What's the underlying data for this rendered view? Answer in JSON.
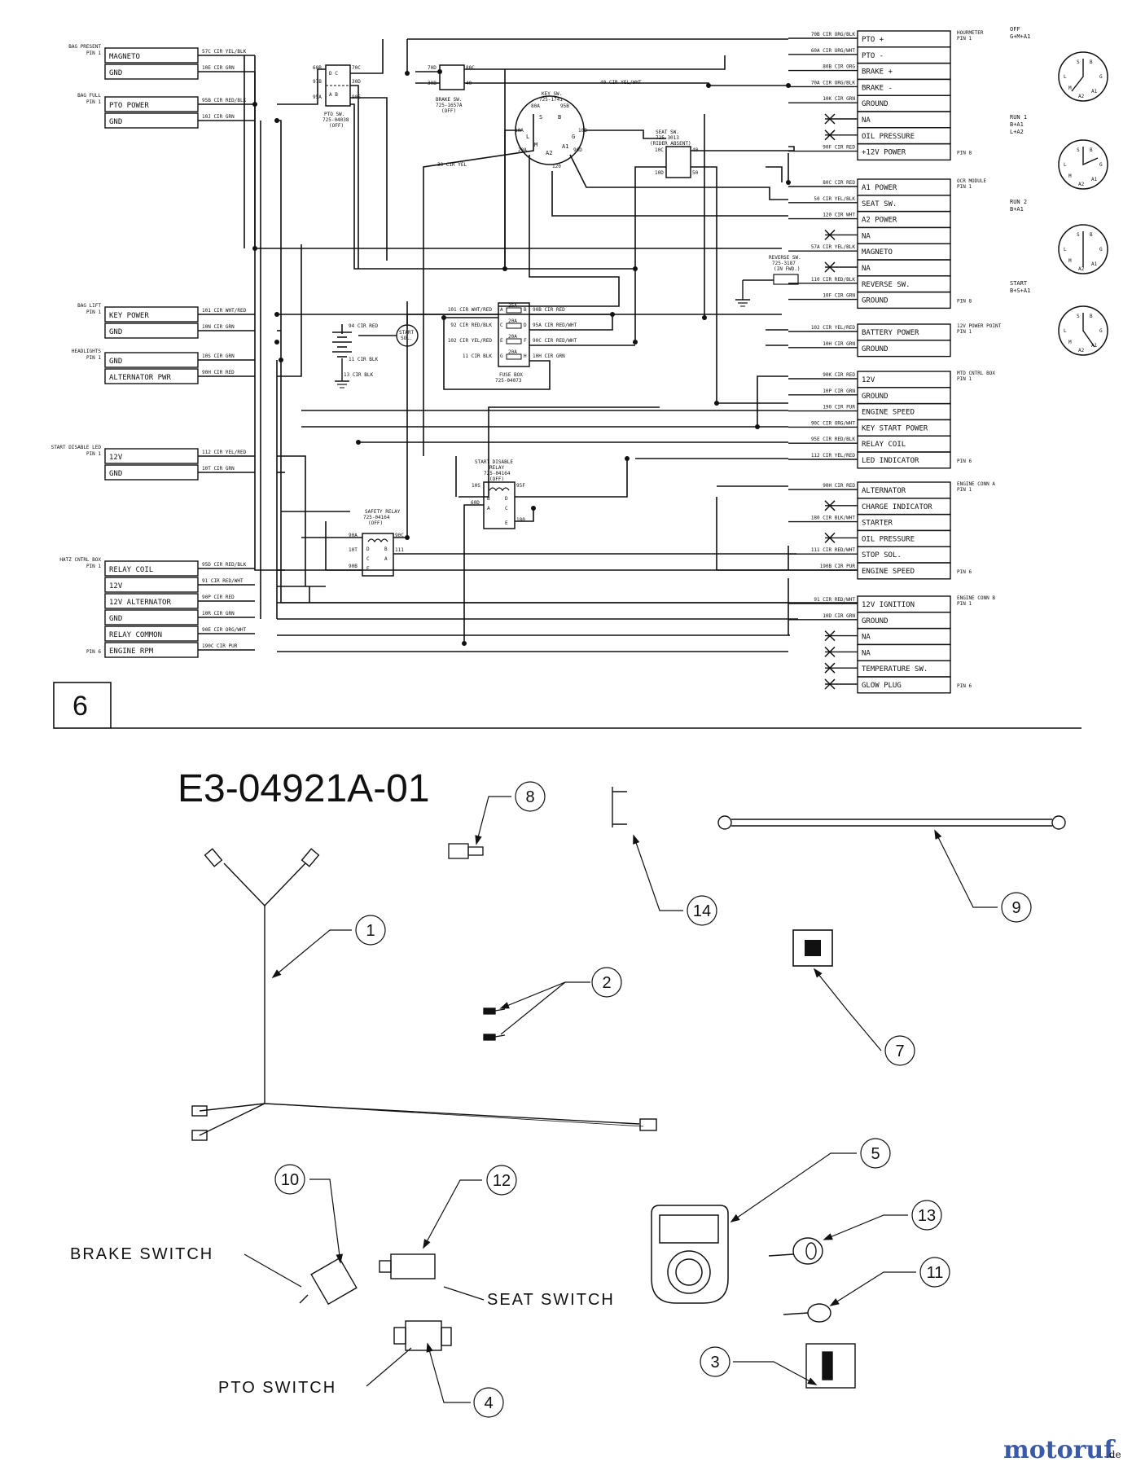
{
  "section_number": "6",
  "part_number": "E3-04921A-01",
  "left_connectors": [
    {
      "title": "BAG PRESENT",
      "pin": "PIN 1",
      "rows": [
        {
          "label": "MAGNETO",
          "wire": "57C CIR YEL/BLK"
        },
        {
          "label": "GND",
          "wire": "10E CIR GRN"
        }
      ]
    },
    {
      "title": "BAG FULL",
      "pin": "PIN 1",
      "rows": [
        {
          "label": "PTO POWER",
          "wire": "95B CIR RED/BLK"
        },
        {
          "label": "GND",
          "wire": "10J CIR GRN"
        }
      ]
    },
    {
      "title": "BAG LIFT",
      "pin": "PIN 1",
      "rows": [
        {
          "label": "KEY POWER",
          "wire": "101 CIR WHT/RED"
        },
        {
          "label": "GND",
          "wire": "10N CIR GRN"
        }
      ]
    },
    {
      "title": "HEADLIGHTS",
      "pin": "PIN 1",
      "rows": [
        {
          "label": "GND",
          "wire": "10S CIR GRN"
        },
        {
          "label": "ALTERNATOR PWR",
          "wire": "90H CIR RED"
        }
      ]
    },
    {
      "title": "START DISABLE LED",
      "pin": "PIN 1",
      "rows": [
        {
          "label": "12V",
          "wire": "112 CIR YEL/RED"
        },
        {
          "label": "GND",
          "wire": "10T CIR GRN"
        }
      ]
    },
    {
      "title": "HATZ CNTRL BOX",
      "pin": "PIN 1",
      "pin_end": "PIN 6",
      "rows": [
        {
          "label": "RELAY COIL",
          "wire": "95D CIR RED/BLK"
        },
        {
          "label": "12V",
          "wire": "91 CIR RED/WHT"
        },
        {
          "label": "12V ALTERNATOR",
          "wire": "90P CIR RED"
        },
        {
          "label": "GND",
          "wire": "10R CIR GRN"
        },
        {
          "label": "RELAY COMMON",
          "wire": "90E CIR ORG/WHT"
        },
        {
          "label": "ENGINE RPM",
          "wire": "190C CIR PUR"
        }
      ]
    }
  ],
  "right_connectors": [
    {
      "title": "HOURMETER",
      "pin": "PIN 1",
      "pin_end": "PIN 8",
      "rows": [
        {
          "label": "PTO +",
          "wire": "70B CIR ORG/BLK"
        },
        {
          "label": "PTO -",
          "wire": "60A CIR ORG/WHT"
        },
        {
          "label": "BRAKE +",
          "wire": "80B CIR ORG"
        },
        {
          "label": "BRAKE -",
          "wire": "70A CIR ORG/BLK"
        },
        {
          "label": "GROUND",
          "wire": "10K CIR GRN"
        },
        {
          "label": "NA",
          "wire": ""
        },
        {
          "label": "OIL PRESSURE",
          "wire": ""
        },
        {
          "label": "+12V POWER",
          "wire": "90F CIR RED"
        }
      ]
    },
    {
      "title": "OCR MODULE",
      "pin": "PIN 1",
      "pin_end": "PIN 8",
      "rows": [
        {
          "label": "A1 POWER",
          "wire": "80C CIR RED"
        },
        {
          "label": "SEAT SW.",
          "wire": "50 CIR YEL/BLK"
        },
        {
          "label": "A2 POWER",
          "wire": "120 CIR WHT"
        },
        {
          "label": "NA",
          "wire": ""
        },
        {
          "label": "MAGNETO",
          "wire": "57A CIR YEL/BLK"
        },
        {
          "label": "NA",
          "wire": ""
        },
        {
          "label": "REVERSE SW.",
          "wire": "110 CIR RED/BLK"
        },
        {
          "label": "GROUND",
          "wire": "10F CIR GRN"
        }
      ]
    },
    {
      "title": "12V POWER POINT",
      "pin": "PIN 1",
      "rows": [
        {
          "label": "BATTERY POWER",
          "wire": "102 CIR YEL/RED"
        },
        {
          "label": "GROUND",
          "wire": "10H CIR GRN"
        }
      ]
    },
    {
      "title": "MTD CNTRL BOX",
      "pin": "PIN 1",
      "pin_end": "PIN 6",
      "rows": [
        {
          "label": "12V",
          "wire": "90K CIR RED"
        },
        {
          "label": "GROUND",
          "wire": "10P CIR GRN"
        },
        {
          "label": "ENGINE SPEED",
          "wire": "190 CIR PUR"
        },
        {
          "label": "KEY START POWER",
          "wire": "90C CIR ORG/WHT"
        },
        {
          "label": "RELAY COIL",
          "wire": "95E CIR RED/BLK"
        },
        {
          "label": "LED INDICATOR",
          "wire": "112 CIR YEL/RED"
        }
      ]
    },
    {
      "title": "ENGINE CONN A",
      "pin": "PIN 1",
      "pin_end": "PIN 6",
      "rows": [
        {
          "label": "ALTERNATOR",
          "wire": "90H CIR RED"
        },
        {
          "label": "CHARGE INDICATOR",
          "wire": ""
        },
        {
          "label": "STARTER",
          "wire": "180 CIR BLK/WHT"
        },
        {
          "label": "OIL PRESSURE",
          "wire": ""
        },
        {
          "label": "STOP SOL.",
          "wire": "111 CIR RED/WHT"
        },
        {
          "label": "ENGINE SPEED",
          "wire": "190B CIR PUR"
        }
      ]
    },
    {
      "title": "ENGINE CONN B",
      "pin": "PIN 1",
      "pin_end": "PIN 6",
      "rows": [
        {
          "label": "12V IGNITION",
          "wire": "91 CIR RED/WHT"
        },
        {
          "label": "GROUND",
          "wire": "10D CIR GRN"
        },
        {
          "label": "NA",
          "wire": ""
        },
        {
          "label": "NA",
          "wire": ""
        },
        {
          "label": "TEMPERATURE SW.",
          "wire": ""
        },
        {
          "label": "GLOW PLUG",
          "wire": ""
        }
      ]
    }
  ],
  "key_states": [
    {
      "title": "OFF",
      "combo": "G+M+A1"
    },
    {
      "title": "RUN 1",
      "combo": "B+A1 L+A2"
    },
    {
      "title": "RUN 2",
      "combo": "B+A1"
    },
    {
      "title": "START",
      "combo": "B+S+A1"
    }
  ],
  "switches": {
    "pto": {
      "title": "PTO SW.",
      "part": "725-04038",
      "state": "(OFF)",
      "terms": [
        "60B",
        "70C",
        "97B",
        "30D",
        "95A",
        "90E"
      ]
    },
    "brake": {
      "title": "BRAKE SW.",
      "part": "725-1657A",
      "state": "(OFF)",
      "terms": [
        "70D",
        "80C",
        "30B",
        "40"
      ]
    },
    "key": {
      "title": "KEY SW.",
      "part": "725-1741",
      "terms": [
        "80A",
        "95B",
        "10A",
        "10B",
        "20A",
        "90D",
        "120",
        "S",
        "B",
        "L",
        "G",
        "M",
        "A2",
        "A1"
      ]
    },
    "seat": {
      "title": "SEAT SW.",
      "part": "725-3013",
      "state": "(RIDER ABSENT)",
      "terms": [
        "10C",
        "40",
        "10D",
        "50"
      ]
    },
    "reverse": {
      "title": "REVERSE SW.",
      "part": "725-3187",
      "state": "(IN FWD.)"
    },
    "fuse": {
      "title": "FUSE BOX",
      "part": "725-04073",
      "rows": [
        {
          "in": "101 CIR WHT/RED",
          "amp": "25A",
          "a": "A",
          "b": "B",
          "out": "90B CIR RED"
        },
        {
          "in": "92 CIR RED/BLK",
          "amp": "20A",
          "a": "C",
          "b": "D",
          "out": "95A CIR RED/WHT"
        },
        {
          "in": "102 CIR YEL/RED",
          "amp": "20A",
          "a": "E",
          "b": "F",
          "out": "90C CIR RED/WHT"
        },
        {
          "in": "11 CIR BLK",
          "amp": "20A",
          "a": "G",
          "b": "H",
          "out": "10H CIR GRN"
        }
      ]
    },
    "start_sol": {
      "label": "START SOL.",
      "wire_in": "94 CIR RED",
      "wire_out": "11 CIR BLK",
      "gnd": "13 CIR BLK"
    },
    "key_wires": {
      "a": "40 CIR YEL/WHT",
      "b": "30 CIR YEL"
    },
    "safety": {
      "title": "SAFETY RELAY",
      "part": "725-04164",
      "state": "(OFF)",
      "terms": [
        "90A",
        "90C",
        "10T",
        "111",
        "90B"
      ]
    },
    "start_disable": {
      "title": "START DISABLE RELAY",
      "part": "725-04164",
      "state": "(OFF)",
      "terms": [
        "10S",
        "95F",
        "60D",
        "180"
      ]
    }
  },
  "parts": [
    {
      "num": "1"
    },
    {
      "num": "2"
    },
    {
      "num": "3"
    },
    {
      "num": "4"
    },
    {
      "num": "5"
    },
    {
      "num": "7"
    },
    {
      "num": "8"
    },
    {
      "num": "9"
    },
    {
      "num": "10"
    },
    {
      "num": "11"
    },
    {
      "num": "12"
    },
    {
      "num": "13"
    },
    {
      "num": "14"
    }
  ],
  "part_labels": {
    "brake": "BRAKE SWITCH",
    "seat": "SEAT SWITCH",
    "pto": "PTO SWITCH"
  },
  "watermark": {
    "brand": "motoruf",
    "tld": ".de"
  }
}
